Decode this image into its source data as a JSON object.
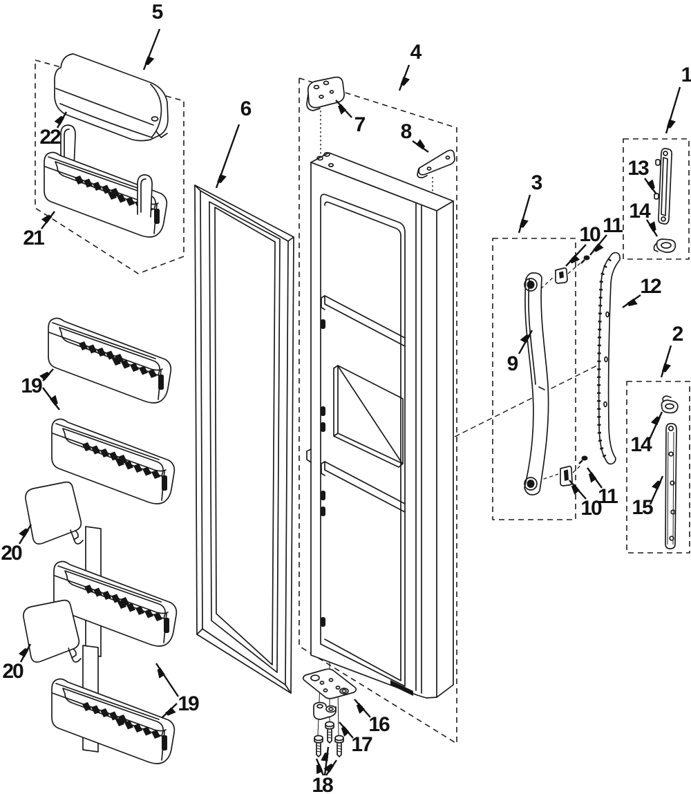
{
  "diagram": {
    "background_color": "#ffffff",
    "line_color": "#1a1a1a",
    "callouts": [
      {
        "label": "1"
      },
      {
        "label": "2"
      },
      {
        "label": "3"
      },
      {
        "label": "4"
      },
      {
        "label": "5"
      },
      {
        "label": "6"
      },
      {
        "label": "7"
      },
      {
        "label": "8"
      },
      {
        "label": "9"
      },
      {
        "label": "10"
      },
      {
        "label": "11"
      },
      {
        "label": "10"
      },
      {
        "label": "11"
      },
      {
        "label": "12"
      },
      {
        "label": "13"
      },
      {
        "label": "14"
      },
      {
        "label": "14"
      },
      {
        "label": "15"
      },
      {
        "label": "16"
      },
      {
        "label": "17"
      },
      {
        "label": "18"
      },
      {
        "label": "19"
      },
      {
        "label": "19"
      },
      {
        "label": "20"
      },
      {
        "label": "20"
      },
      {
        "label": "21"
      },
      {
        "label": "22"
      }
    ]
  }
}
